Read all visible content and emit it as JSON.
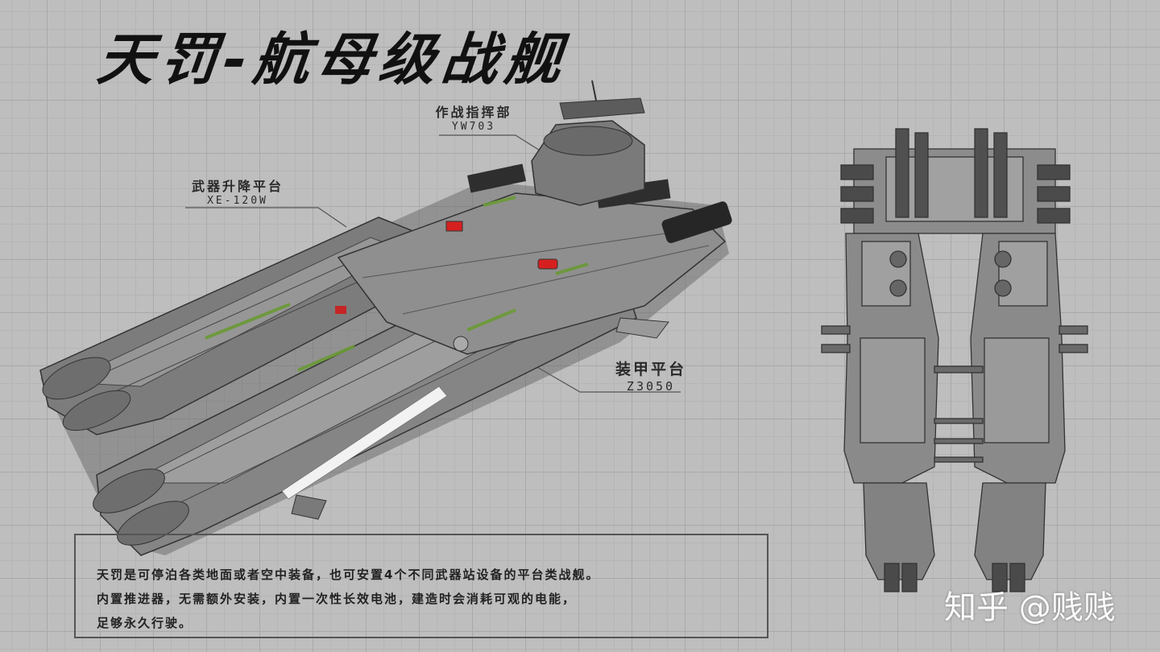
{
  "title": "天罚-航母级战舰",
  "callouts": {
    "command": {
      "label": "作战指挥部",
      "code": "YW703"
    },
    "weapon_platform": {
      "label": "武器升降平台",
      "code": "XE-120W"
    },
    "armor_platform": {
      "label": "装甲平台",
      "code": "Z3050"
    }
  },
  "description": {
    "lines": [
      "天罚是可停泊各类地面或者空中装备，也可安置4个不同武器站设备的平台类战舰。",
      "内置推进器，无需额外安装，内置一次性长效电池，建造时会消耗可观的电能，",
      "足够永久行驶。"
    ]
  },
  "watermark": "知乎 @贱贱",
  "colors": {
    "background": "#bebebe",
    "grid_major": "#a9a9a9",
    "hull": "#8a8a8a",
    "accent_green": "#6a9a35",
    "accent_red": "#d62020"
  },
  "icons": [
    "warship-perspective-illustration",
    "warship-top-view-illustration"
  ]
}
